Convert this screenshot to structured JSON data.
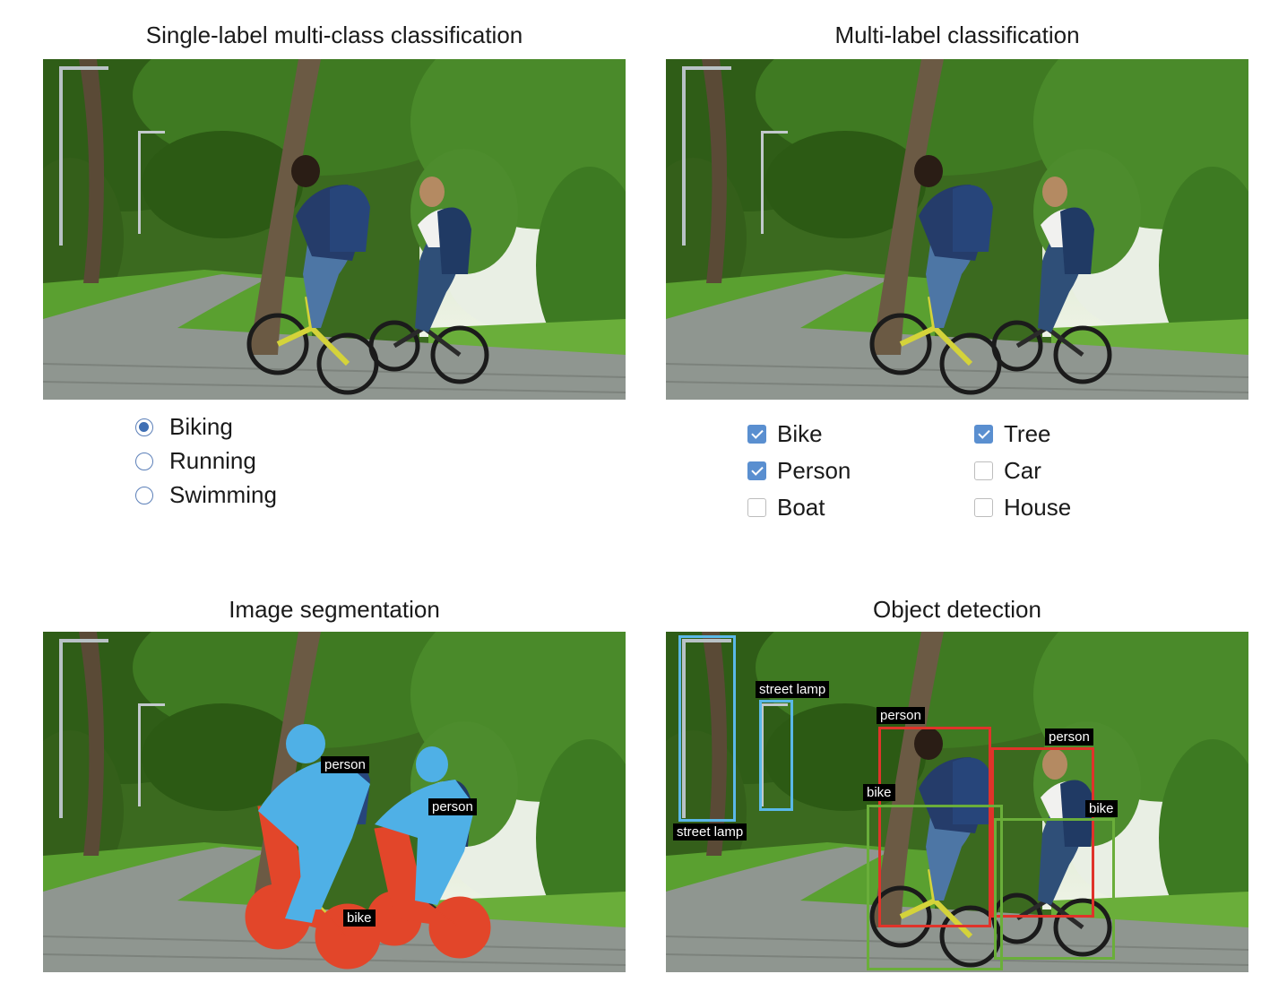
{
  "panels": {
    "single_label": {
      "title": "Single-label multi-class classification",
      "options": [
        {
          "label": "Biking",
          "selected": true
        },
        {
          "label": "Running",
          "selected": false
        },
        {
          "label": "Swimming",
          "selected": false
        }
      ]
    },
    "multi_label": {
      "title": "Multi-label classification",
      "options": [
        {
          "label": "Bike",
          "checked": true
        },
        {
          "label": "Person",
          "checked": true
        },
        {
          "label": "Boat",
          "checked": false
        },
        {
          "label": "Tree",
          "checked": true
        },
        {
          "label": "Car",
          "checked": false
        },
        {
          "label": "House",
          "checked": false
        }
      ]
    },
    "segmentation": {
      "title": "Image segmentation",
      "labels": [
        "person",
        "person",
        "bike"
      ],
      "colors": {
        "person": "#4fb0e6",
        "bike": "#e2462a"
      }
    },
    "detection": {
      "title": "Object detection",
      "labels": [
        "street lamp",
        "street lamp",
        "person",
        "person",
        "bike",
        "bike"
      ],
      "colors": {
        "street_lamp": "#5ab8e8",
        "person": "#e0332a",
        "bike": "#6aae3a"
      }
    }
  },
  "icons": {
    "radio": "radio-button-icon",
    "checkbox": "checkbox-icon"
  }
}
